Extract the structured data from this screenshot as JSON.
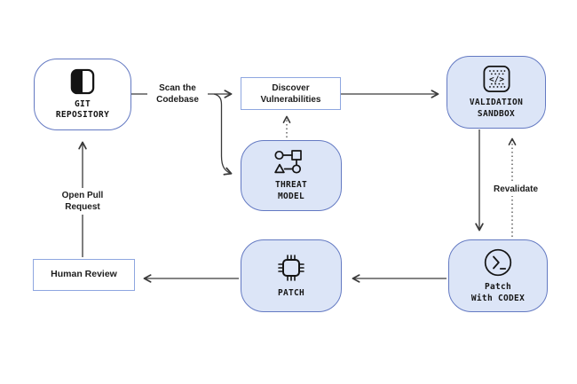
{
  "colors": {
    "background": "#ffffff",
    "node_fill": "#dce5f7",
    "node_border": "#6379c2",
    "box_border": "#8ea6e0",
    "line": "#3a3a3a",
    "icon": "#141414",
    "text": "#161616"
  },
  "nodes": {
    "git_repository": {
      "label": "GIT\nREPOSITORY",
      "icon": "repository-icon"
    },
    "discover_vulnerabilities": {
      "label": "Discover\nVulnerabilities"
    },
    "validation_sandbox": {
      "label": "VALIDATION\nSANDBOX",
      "icon": "sandbox-code-icon",
      "icon_glyph": "</>"
    },
    "threat_model": {
      "label": "THREAT\nMODEL",
      "icon": "graph-shapes-icon"
    },
    "patch": {
      "label": "PATCH",
      "icon": "chip-icon"
    },
    "patch_with_codex": {
      "label": "Patch\nWith CODEX",
      "icon": "terminal-icon"
    },
    "human_review": {
      "label": "Human Review"
    }
  },
  "edges": {
    "scan_the_codebase": {
      "label": "Scan the\nCodebase"
    },
    "revalidate": {
      "label": "Revalidate"
    },
    "open_pull_request": {
      "label": "Open Pull\nRequest"
    }
  }
}
